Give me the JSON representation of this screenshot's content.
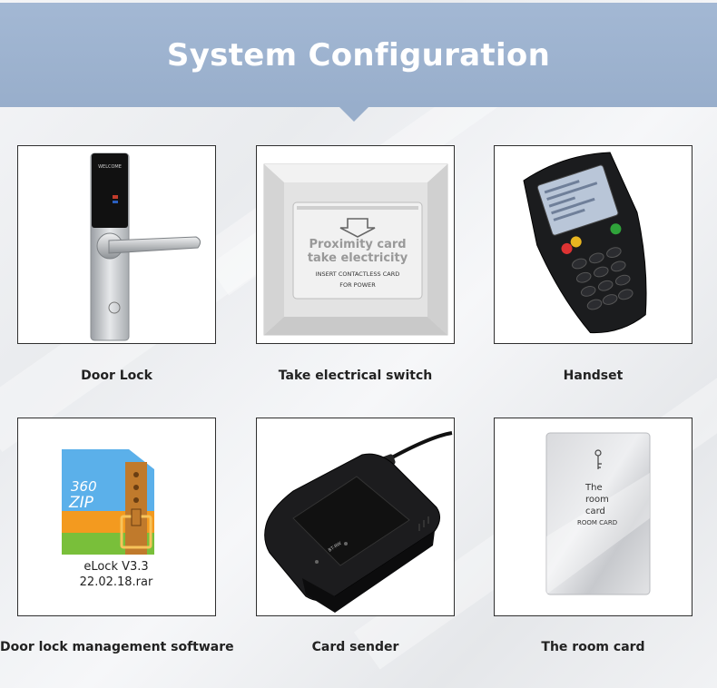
{
  "header": {
    "title": "System Configuration"
  },
  "items": [
    {
      "caption": "Door Lock",
      "lock_plate_text": "WELCOME"
    },
    {
      "caption": "Take electrical switch",
      "switch_line1": "Proximity card",
      "switch_line2": "take electricity",
      "switch_line3": "INSERT CONTACTLESS CARD",
      "switch_line4": "FOR POWER"
    },
    {
      "caption": "Handset"
    },
    {
      "caption": "Door lock management software",
      "zip_brand": "360",
      "zip_word": "ZIP",
      "file_name_line1": "eLock V3.3",
      "file_name_line2": "22.02.18.rar"
    },
    {
      "caption": "Card sender",
      "device_label": "BT-RW"
    },
    {
      "caption": "The room card",
      "card_line1": "The",
      "card_line2": "room",
      "card_line3": "card",
      "card_line4": "ROOM CARD"
    }
  ],
  "colors": {
    "banner": "#98aecb",
    "title": "#ffffff",
    "tile_border": "#2f2f2f"
  }
}
